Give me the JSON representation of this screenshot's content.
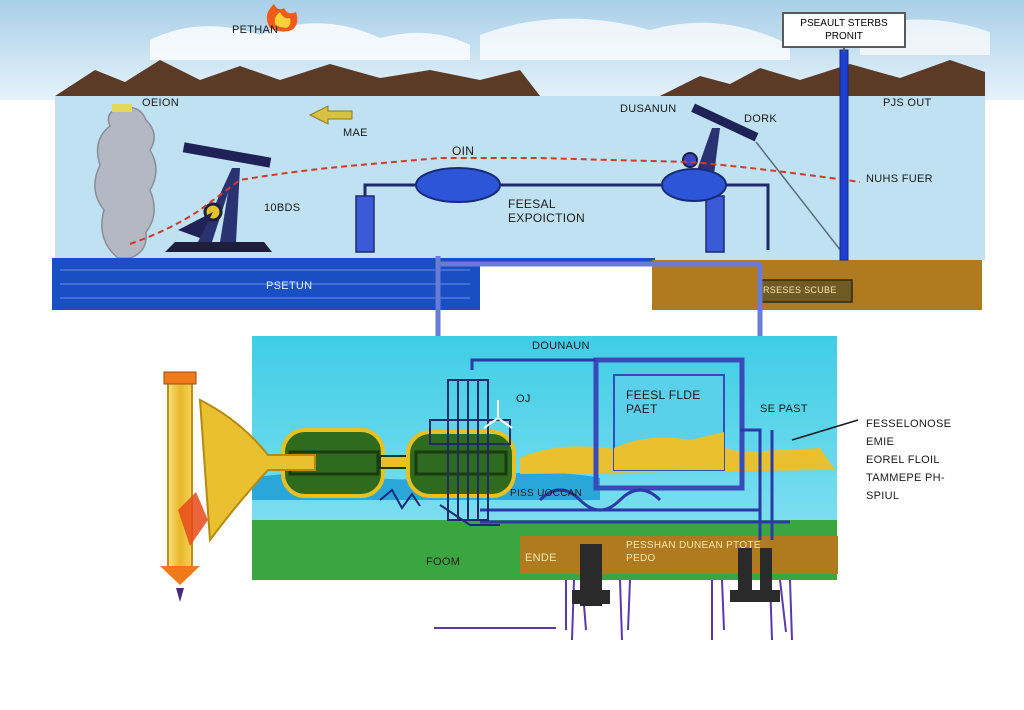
{
  "labels": {
    "fire": "PETHAN",
    "well_left": "OEION",
    "arrow_tag": "MAE",
    "oil_flow": "OIN",
    "pump_right": "DUSANUN",
    "pump_right_2": "DORK",
    "outlet": "PJS OUT",
    "flare": "NUHS FUER",
    "valve": "10BDS",
    "facility": "FEESAL EXPOICTION",
    "storage": "PSETUN",
    "soil_panel": "RSESES SCUBE",
    "plant_title": "DOUNAUN",
    "oil_marker": "OJ",
    "inner_box": "FEESL FLDE PAET",
    "side_tag": "SE PAST",
    "mid_panel": "PISS UOCCAN",
    "foom": "FOOM",
    "brown_tag_1": "ENDE",
    "brown_tag_2": "PESSHAN DUNEAN PTOTE PEDO",
    "side_note_1": "FESSELONOSE",
    "side_note_2": "EMIE",
    "side_note_3": "EOREL FLOIL",
    "side_note_4": "TAMMEPE PH-",
    "side_note_5": "SPIUL"
  },
  "sign": {
    "line1": "PSEAULT STERBS",
    "line2": "PRONIT"
  },
  "colors": {
    "sky": "#cfe6f5",
    "water": "#b8dcee",
    "sea": "#1a4fc4",
    "ground": "#b07a1f",
    "mountain": "#5b3a26",
    "pipe": "#1f3fd0",
    "plant_bg": "#4fd4ea",
    "grass": "#3aa640",
    "hull": "#2e6b1e",
    "yellow": "#e8c020",
    "red_flow": "#d23a2a"
  },
  "icons": [
    "fire-icon",
    "pumpjack-icon",
    "arrow-icon",
    "tank-icon",
    "drill-bit-icon",
    "root-icon"
  ]
}
